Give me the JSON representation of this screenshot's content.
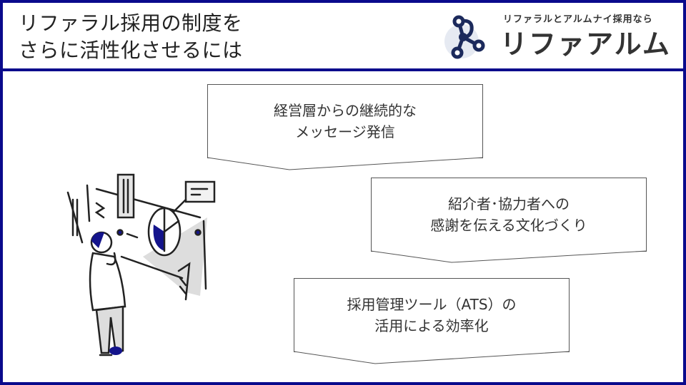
{
  "header": {
    "title_line1": "リファラル採用の制度を",
    "title_line2": "さらに活性化させるには"
  },
  "logo": {
    "tagline": "リファラルとアルムナイ採用なら",
    "name": "リファアルム",
    "icon": "network-nodes-icon"
  },
  "boxes": [
    {
      "line1": "経営層からの継続的な",
      "line2": "メッセージ発信"
    },
    {
      "line1": "紹介者･協力者への",
      "line2": "感謝を伝える文化づくり"
    },
    {
      "line1": "採用管理ツール（ATS）の",
      "line2": "活用による効率化"
    }
  ],
  "colors": {
    "accent": "#0a0a8c",
    "text": "#333333"
  }
}
